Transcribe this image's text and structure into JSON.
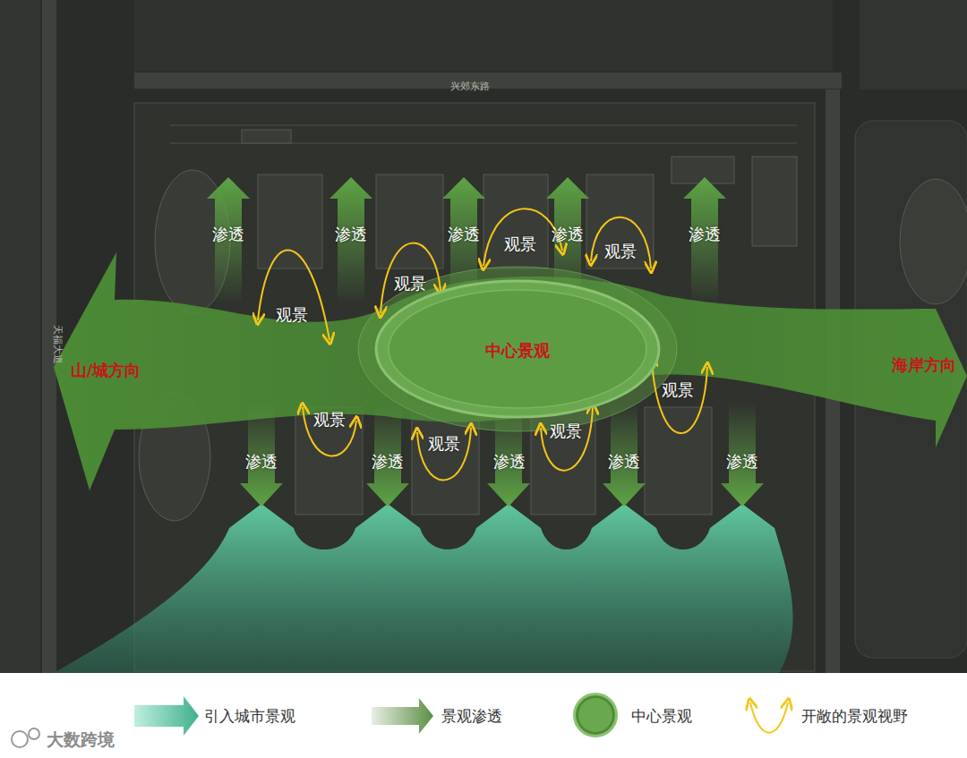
{
  "diagram": {
    "nodes": [
      {
        "text": [
          "中心景观"
        ]
      }
    ],
    "labels": [
      "渗透",
      "渗透",
      "渗透",
      "渗透",
      "渗透",
      "渗透",
      "渗透",
      "渗透",
      "渗透",
      "渗透",
      "观景",
      "观景",
      "观景",
      "观景",
      "观景",
      "观景",
      "观景",
      "观景",
      "山/城方向",
      "海岸方向",
      "兴郊东路",
      "天福大道",
      "大数跨境"
    ],
    "legend": [
      {
        "text": "引入城市景观"
      },
      {
        "text": "景观渗透"
      },
      {
        "text": "中心景观",
        "color": "#6aa84f"
      },
      {
        "text": "开敞的景观视野"
      }
    ]
  }
}
